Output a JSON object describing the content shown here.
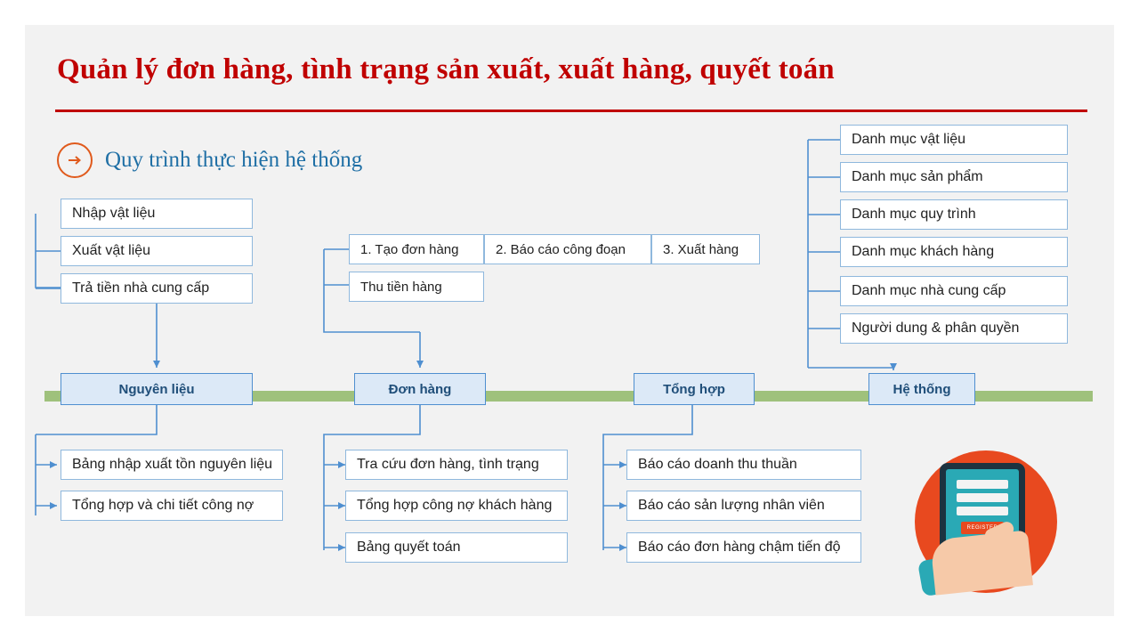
{
  "slide": {
    "title": "Quản lý đơn hàng, tình trạng sản xuất, xuất hàng, quyết toán",
    "subtitle": "Quy trình thực hiện hệ thống",
    "title_color": "#c00000",
    "subtitle_color": "#1f6fa5",
    "band_color": "#9fc17c",
    "node_fill": "#dce9f7",
    "node_border": "#4f8fd0",
    "accent_orange": "#e05a1c"
  },
  "nodes": [
    {
      "label": "Nguyên liệu"
    },
    {
      "label": "Đơn hàng"
    },
    {
      "label": "Tổng hợp"
    },
    {
      "label": "Hệ thống"
    }
  ],
  "groups": {
    "nguyen_lieu_top": [
      "Nhập vật liệu",
      "Xuất vật liệu",
      "Trả tiền nhà cung cấp"
    ],
    "nguyen_lieu_bottom": [
      "Bảng nhập xuất tồn nguyên liệu",
      "Tổng hợp và chi tiết công nợ"
    ],
    "don_hang_top_row": [
      "1. Tạo đơn hàng",
      "2. Báo cáo công đoạn",
      "3. Xuất hàng"
    ],
    "don_hang_top_second": [
      "Thu tiền hàng"
    ],
    "don_hang_bottom": [
      "Tra cứu đơn hàng, tình trạng",
      "Tổng hợp công nợ khách hàng",
      "Bảng quyết toán"
    ],
    "tong_hop_bottom": [
      "Báo cáo doanh thu thuần",
      "Báo cáo sản lượng nhân viên",
      "Báo cáo đơn hàng chậm tiến độ"
    ],
    "he_thong_top": [
      "Danh mục vật liệu",
      "Danh mục sản phẩm",
      "Danh mục quy trình",
      "Danh mục khách hàng",
      "Danh mục nhà cung cấp",
      "Người dung & phân quyền"
    ]
  },
  "artwork": {
    "register_label": "REGISTER"
  }
}
